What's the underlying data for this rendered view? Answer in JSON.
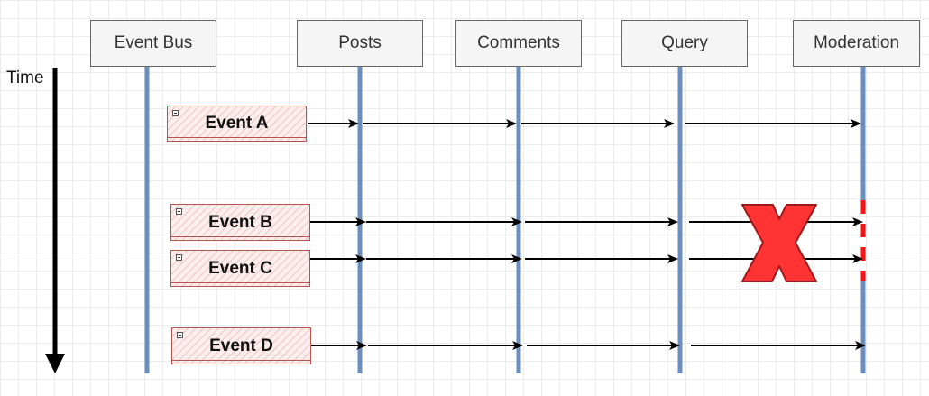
{
  "time_label": "Time",
  "services": [
    "Event Bus",
    "Posts",
    "Comments",
    "Query",
    "Moderation"
  ],
  "events": [
    "Event A",
    "Event B",
    "Event C",
    "Event D"
  ],
  "colors": {
    "lifeline": "#6c8ebf",
    "arrow": "#000000",
    "failure_mark": "#ff3333",
    "event_box_border": "#b85450",
    "event_box_fill": "#fdeeee"
  },
  "failure": {
    "events_dropped": [
      "Event B",
      "Event C"
    ],
    "target_service": "Moderation",
    "mark_icon": "red-x-icon"
  }
}
